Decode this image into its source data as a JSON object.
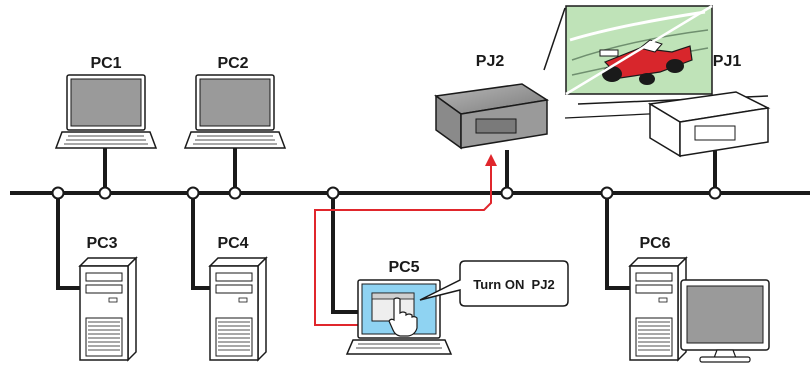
{
  "devices": {
    "pc1": {
      "label": "PC1"
    },
    "pc2": {
      "label": "PC2"
    },
    "pc3": {
      "label": "PC3"
    },
    "pc4": {
      "label": "PC4"
    },
    "pc5": {
      "label": "PC5"
    },
    "pc6": {
      "label": "PC6"
    },
    "pj1": {
      "label": "PJ1"
    },
    "pj2": {
      "label": "PJ2"
    }
  },
  "callout": {
    "text": "Turn ON  PJ2"
  },
  "colors": {
    "network_line": "#1a1a1a",
    "control_path": "#e0262c",
    "laptop_screen": "#9a9a9a",
    "pc5_screen": "#8fd3f2",
    "projector_body_pj2": "#8a8a8a",
    "projected_image_bg": "#bfe3b8"
  }
}
